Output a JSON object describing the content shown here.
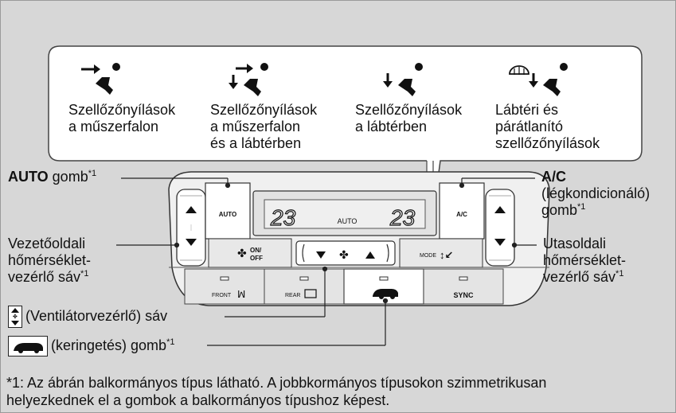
{
  "modes": [
    {
      "icon": "vent-mode-icon",
      "text": [
        "Szellőzőnyílások",
        "a műszerfalon"
      ]
    },
    {
      "icon": "bi-level-mode-icon",
      "text": [
        "Szellőzőnyílások",
        "a műszerfalon",
        "és a lábtérben"
      ]
    },
    {
      "icon": "floor-mode-icon",
      "text": [
        "Szellőzőnyílások",
        "a lábtérben"
      ]
    },
    {
      "icon": "floor-defrost-mode-icon",
      "text": [
        "Lábtéri és",
        "párátlanító",
        "szellőzőnyílások"
      ]
    }
  ],
  "labels": {
    "auto_bold": "AUTO",
    "auto_rest": " gomb",
    "ac_bold": "A/C",
    "ac_line2": "(légkondicionáló)",
    "ac_line3": "gomb",
    "driver": [
      "Vezetőoldali",
      "hőmérséklet-",
      "vezérlő sáv"
    ],
    "passenger": [
      "Utasoldali",
      "hőmérséklet-",
      "vezérlő sáv"
    ],
    "fan": "(Ventilátorvezérlő) sáv",
    "recirc": "(keringetés) gomb",
    "footnote_mark": "*1"
  },
  "panel": {
    "auto": "AUTO",
    "ac": "A/C",
    "display_left": "23",
    "display_mid": "AUTO",
    "display_right": "23",
    "on": "ON/",
    "off": "OFF",
    "mode": "MODE",
    "front": "FRONT",
    "rear": "REAR",
    "sync": "SYNC"
  },
  "footnote": [
    "*1: Az ábrán balkormányos típus látható. A jobbkormányos típusokon szimmetrikusan",
    "helyezkednek el a gombok a balkormányos típushoz képest."
  ]
}
